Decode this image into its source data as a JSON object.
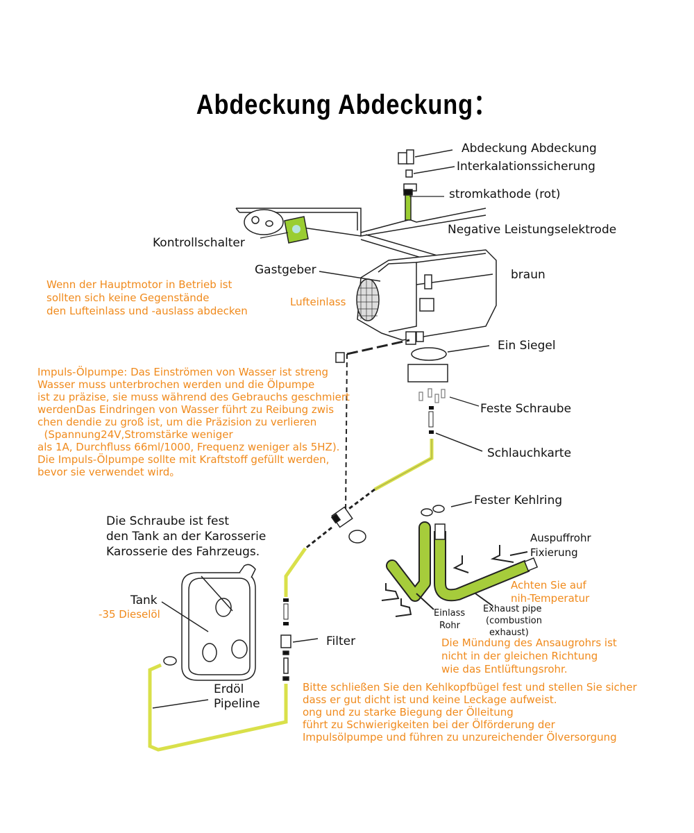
{
  "title": "Abdeckung Abdeckung：",
  "colors": {
    "label": "#111111",
    "note": "#f08a1c",
    "pipe": "#d9e04a",
    "exhaust_green": "#a6cc3b",
    "switch_green": "#9acd32"
  },
  "labels": {
    "cover": "Abdeckung Abdeckung",
    "fuse": "Interkalationssicherung",
    "positive": "stromkathode (rot)",
    "negative": "Negative Leistungselektrode",
    "switch": "Kontrollschalter",
    "heater": "Gastgeber",
    "brown": "braun",
    "air_inlet": "Lufteinlass",
    "seal": "Ein Siegel",
    "screw": "Feste Schraube",
    "hose_clip": "Schlauchkarte",
    "throat_ring": "Fester Kehlring",
    "exhaust_fix_1": "Auspuffrohr",
    "exhaust_fix_2": "Fixierung",
    "inlet_pipe_1": "Einlass",
    "inlet_pipe_2": "Rohr",
    "exhaust_pipe_1": "Exhaust pipe",
    "exhaust_pipe_2": "(combustion",
    "exhaust_pipe_3": "exhaust)",
    "tank_screw": "Die Schraube ist fest\nden Tank an der Karosserie\nKarosserie des Fahrzeugs.",
    "tank": "Tank",
    "filter": "Filter",
    "oil_pipe_1": "Erdöl",
    "oil_pipe_2": "Pipeline"
  },
  "notes": {
    "main_motor": "Wenn der Hauptmotor in Betrieb ist\nsollten sich keine Gegenstände\nden Lufteinlass und -auslass abdecken",
    "pump": "Impuls-Ölpumpe: Das Einströmen von Wasser ist streng\nWasser muss unterbrochen werden und die Ölpumpe\nist zu präzise, sie muss während des Gebrauchs geschmiert\nwerdenDas Eindringen von Wasser führt zu Reibung zwis\nchen dendie zu groß ist, um die Präzision zu verlieren\n  (Spannung24V,Stromstärke weniger\nals 1A, Durchfluss 66ml/1000, Frequenz weniger als 5HZ).\nDie Impuls-Ölpumpe sollte mit Kraftstoff gefüllt werden,\nbevor sie verwendet wird。",
    "temperature": "Achten Sie auf\nnih-Temperatur",
    "tank_fuel": "-35 Dieselöl",
    "intake_direction": "Die Mündung des Ansaugrohrs ist\nnicht in der gleichen Richtung\nwie das Entlüftungsrohr.",
    "clamp": "Bitte schließen Sie den Kehlkopfbügel fest und stellen Sie sicher\ndass er gut dicht ist und keine Leckage aufweist.\nong und zu starke Biegung der Ölleitung\nführt zu Schwierigkeiten bei der Ölförderung der\nImpulsölpumpe und führen zu unzureichender Ölversorgung"
  }
}
